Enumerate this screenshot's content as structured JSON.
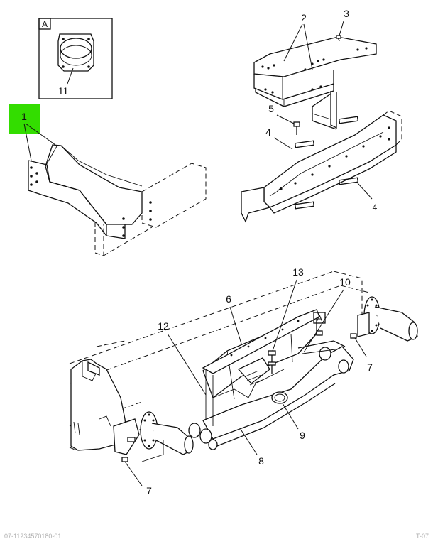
{
  "diagram": {
    "highlight_color": "#33dd00",
    "line_color": "#111111",
    "detail_view": {
      "label": "A",
      "callout": "11"
    },
    "callouts": {
      "c1": "1",
      "c2": "2",
      "c3": "3",
      "c4a": "4",
      "c4b": "4",
      "c5": "5",
      "c6": "6",
      "c7a": "7",
      "c7b": "7",
      "c8": "8",
      "c9": "9",
      "c10": "10",
      "c12": "12",
      "c13": "13",
      "view_ref": "A"
    },
    "footer": {
      "left": "07-11234570180-01",
      "right": "T-07"
    }
  }
}
